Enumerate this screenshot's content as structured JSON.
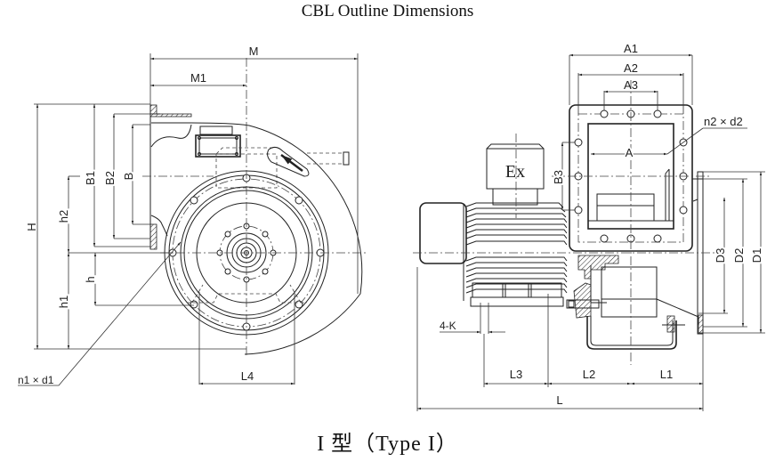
{
  "title": "CBL Outline Dimensions",
  "caption": "I 型（Type I）",
  "front_view": {
    "dimensions": {
      "M": "M",
      "M1": "M1",
      "H": "H",
      "B1": "B1",
      "B2": "B2",
      "B": "B",
      "h2": "h2",
      "h1": "h1",
      "h": "h",
      "L4": "L4",
      "n1d1": "n1 × d1"
    }
  },
  "side_view": {
    "dimensions": {
      "A1": "A1",
      "A2": "A2",
      "A3": "A3",
      "A": "A",
      "B3": "B3",
      "n2d2": "n2 × d2",
      "D1": "D1",
      "D2": "D2",
      "D3": "D3",
      "K": "4-K",
      "L1": "L1",
      "L2": "L2",
      "L3": "L3",
      "L": "L"
    },
    "motor_mark": "Ex"
  }
}
